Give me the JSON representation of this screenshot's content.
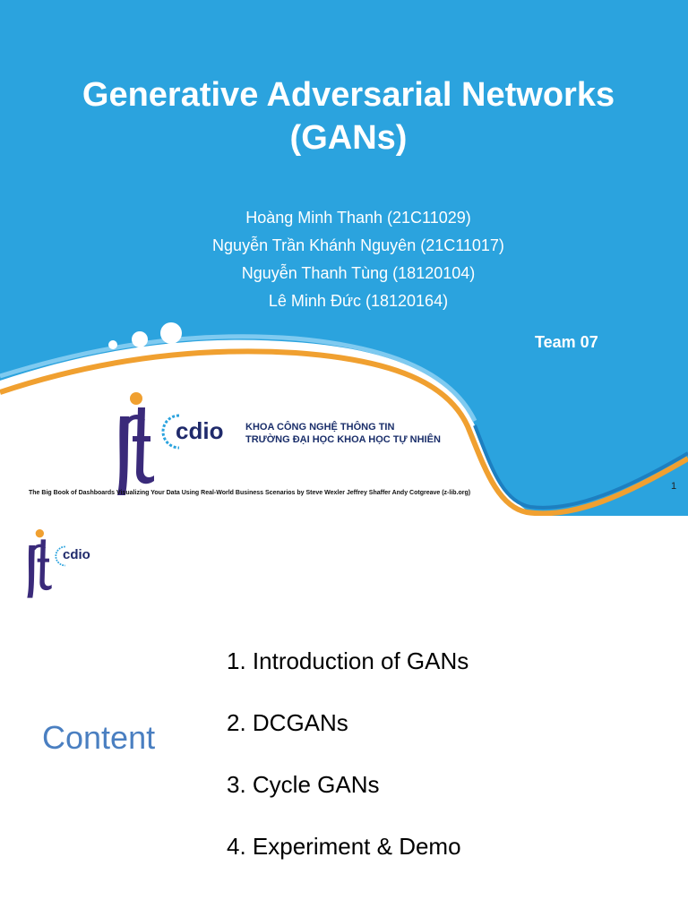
{
  "slide1": {
    "title_line1": "Generative Adversarial Networks",
    "title_line2": "(GANs)",
    "authors": [
      "Hoàng Minh Thanh (21C11029)",
      "Nguyễn Trần Khánh Nguyên (21C11017)",
      "Nguyễn Thanh Tùng (18120104)",
      "Lê Minh Đức (18120164)"
    ],
    "team": "Team 07",
    "logo_text": "cdio",
    "school_line1": "KHOA CÔNG NGHỆ THÔNG TIN",
    "school_line2": "TRƯỜNG ĐẠI HỌC KHOA HỌC TỰ NHIÊN",
    "footer_note": "The Big Book of Dashboards Visualizing Your Data Using Real-World Business Scenarios by Steve Wexler Jeffrey Shaffer Andy Cotgreave (z-lib.org)",
    "page_number": "1",
    "colors": {
      "background_blue": "#2ba3de",
      "accent_orange": "#f0a030",
      "logo_navy": "#1f2a6b"
    }
  },
  "slide2": {
    "logo_text": "cdio",
    "heading": "Content",
    "items": [
      "1. Introduction of GANs",
      "2. DCGANs",
      "3. Cycle GANs",
      "4. Experiment & Demo"
    ],
    "colors": {
      "heading_blue": "#4a7fc1"
    }
  }
}
